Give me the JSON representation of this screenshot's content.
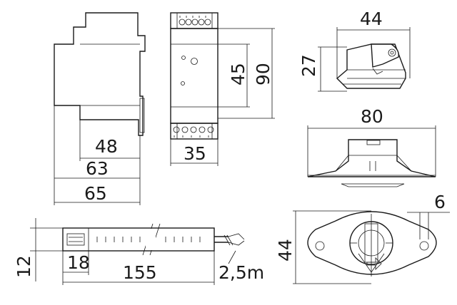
{
  "dimensions": {
    "din_side_depth_48": "48",
    "din_side_depth_63": "63",
    "din_side_depth_65": "65",
    "din_front_width": "35",
    "din_front_height_inner": "45",
    "din_front_height": "90",
    "probe_top_width": "44",
    "probe_height": "27",
    "probe_base_width": "80",
    "flange_hole_offset": "6",
    "flange_height": "44",
    "cable_height": "12",
    "cable_connector_length": "18",
    "cable_length": "155",
    "cable_lead_length": "2,5m"
  }
}
